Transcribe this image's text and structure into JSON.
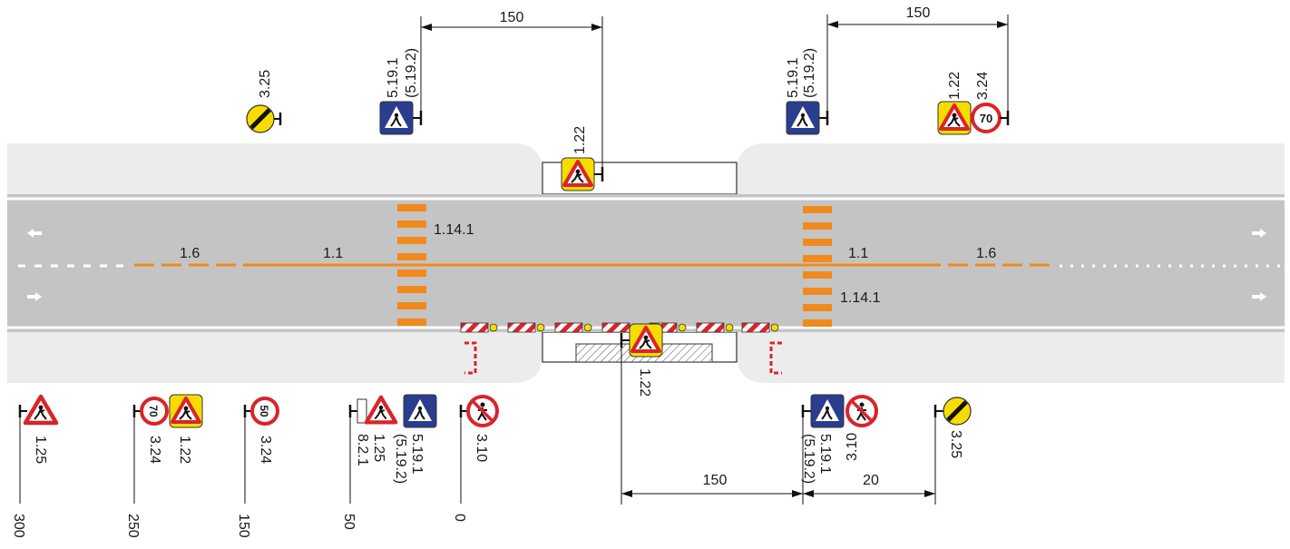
{
  "labels": {
    "lane_marking_1_6_left": "1.6",
    "lane_marking_1_1_left": "1.1",
    "lane_marking_1_1_right": "1.1",
    "lane_marking_1_6_right": "1.6",
    "crosswalk_left": "1.14.1",
    "crosswalk_right": "1.14.1",
    "sign_top_325": "3.25",
    "sign_top_5191_a": "5.19.1",
    "sign_top_5192_a": "(5.19.2)",
    "sign_top_122_center": "1.22",
    "sign_top_5191_b": "5.19.1",
    "sign_top_5192_b": "(5.19.2)",
    "sign_top_122_right": "1.22",
    "sign_top_324_right": "3.24",
    "sign_bottom_122_center": "1.22",
    "sign_bottom_125_a": "1.25",
    "sign_bottom_324_a": "3.24",
    "sign_bottom_122_a": "1.22",
    "sign_bottom_324_b": "3.24",
    "sign_bottom_125_b": "1.25",
    "sign_bottom_821": "8.2.1",
    "sign_bottom_5191": "5.19.1",
    "sign_bottom_5192": "(5.19.2)",
    "sign_bottom_310_a": "3.10",
    "sign_bottom_5191_b": "5.19.1",
    "sign_bottom_5192_b": "(5.19.2)",
    "sign_bottom_310_b": "3.10",
    "sign_bottom_325": "3.25"
  },
  "dimensions": {
    "top_left": "150",
    "top_right": "150",
    "bottom_main": "150",
    "bottom_side": "20"
  },
  "distances": [
    "300",
    "250",
    "150",
    "50",
    "0"
  ],
  "speed_limits": {
    "a": "70",
    "b": "70",
    "c": "50"
  },
  "icons": {
    "warning": "pedestrian-crossing-warning-icon",
    "crossing": "pedestrian-crossing-square-icon",
    "no_pedestrian": "no-pedestrians-icon",
    "end_restrictions": "end-of-restrictions-icon",
    "speed": "speed-limit-icon",
    "arrow": "direction-arrow-icon"
  },
  "colors": {
    "road": "#c4c4c4",
    "shoulder": "#ececec",
    "markings": "#f08a1c",
    "sign_blue": "#2a3d8f",
    "sign_yellow": "#f7dc00",
    "sign_red": "#d9242a"
  }
}
